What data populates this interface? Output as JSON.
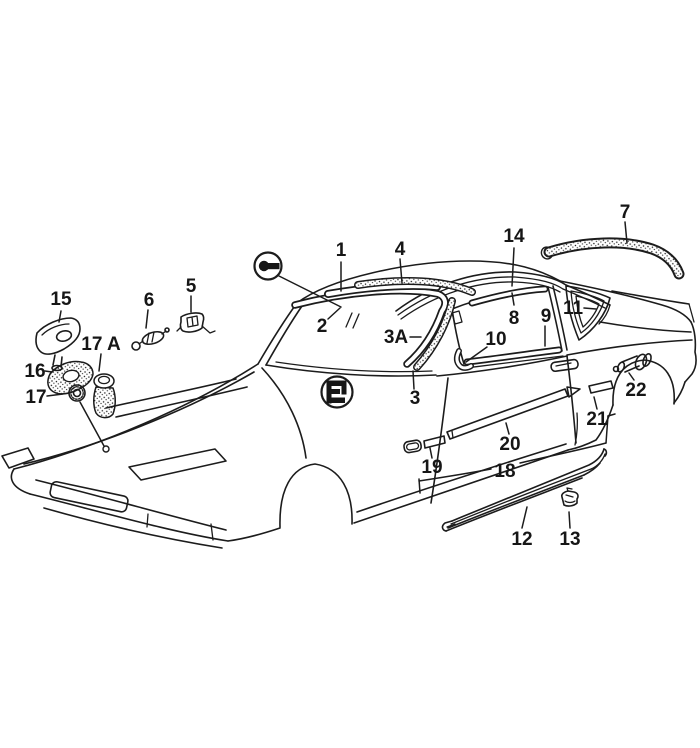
{
  "diagram": {
    "kind": "exploded-parts-diagram",
    "subject": "sports car body — exterior trim and moulding parts",
    "background_color": "#ffffff",
    "line_color": "#1c1c1c",
    "label_color": "#161616",
    "labels": [
      {
        "id": "1",
        "text": "1"
      },
      {
        "id": "2",
        "text": "2"
      },
      {
        "id": "3",
        "text": "3"
      },
      {
        "id": "3A",
        "text": "3A"
      },
      {
        "id": "4",
        "text": "4"
      },
      {
        "id": "5",
        "text": "5"
      },
      {
        "id": "6",
        "text": "6"
      },
      {
        "id": "7",
        "text": "7"
      },
      {
        "id": "8",
        "text": "8"
      },
      {
        "id": "9",
        "text": "9"
      },
      {
        "id": "10",
        "text": "10"
      },
      {
        "id": "11",
        "text": "11"
      },
      {
        "id": "12",
        "text": "12"
      },
      {
        "id": "13",
        "text": "13"
      },
      {
        "id": "14",
        "text": "14"
      },
      {
        "id": "15",
        "text": "15"
      },
      {
        "id": "16",
        "text": "16"
      },
      {
        "id": "17",
        "text": "17"
      },
      {
        "id": "17A",
        "text": "17 A"
      },
      {
        "id": "18",
        "text": "18"
      },
      {
        "id": "19",
        "text": "19"
      },
      {
        "id": "20",
        "text": "20"
      },
      {
        "id": "21",
        "text": "21"
      },
      {
        "id": "22",
        "text": "22"
      }
    ],
    "symbols": [
      {
        "name": "key-symbol"
      },
      {
        "name": "clip-symbol"
      }
    ]
  }
}
